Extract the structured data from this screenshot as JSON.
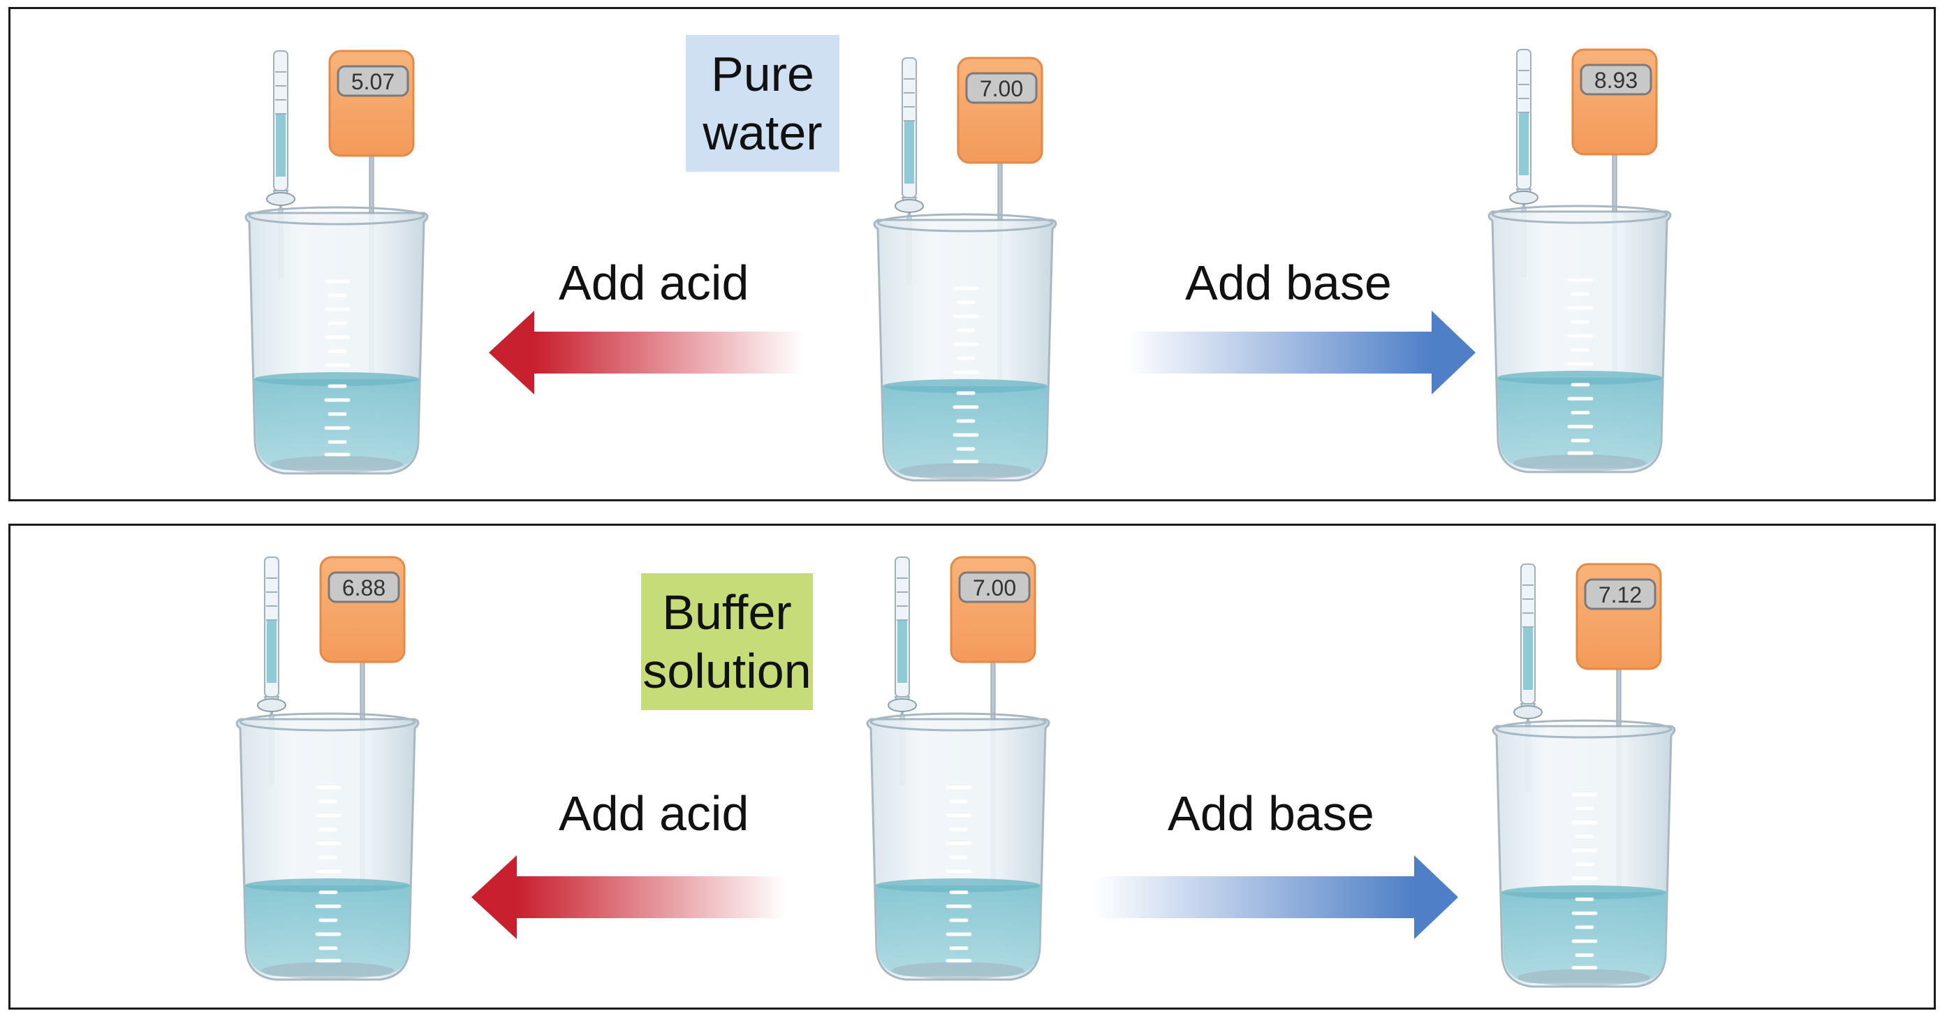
{
  "panels": [
    {
      "id": "pure-water",
      "label_lines": [
        "Pure",
        "water"
      ],
      "label_color": "#cfe0f2",
      "acid_label": "Add acid",
      "base_label": "Add base",
      "readings": [
        "5.07",
        "7.00",
        "8.93"
      ]
    },
    {
      "id": "buffer-solution",
      "label_lines": [
        "Buffer",
        "solution"
      ],
      "label_color": "#c6dc78",
      "acid_label": "Add acid",
      "base_label": "Add base",
      "readings": [
        "6.88",
        "7.00",
        "7.12"
      ]
    }
  ],
  "colors": {
    "acid_arrow": "#c8202e",
    "base_arrow": "#4f7fc7",
    "meter_body": "#f6a86a",
    "meter_border": "#e38a46",
    "liquid": "#8fcbd6"
  }
}
